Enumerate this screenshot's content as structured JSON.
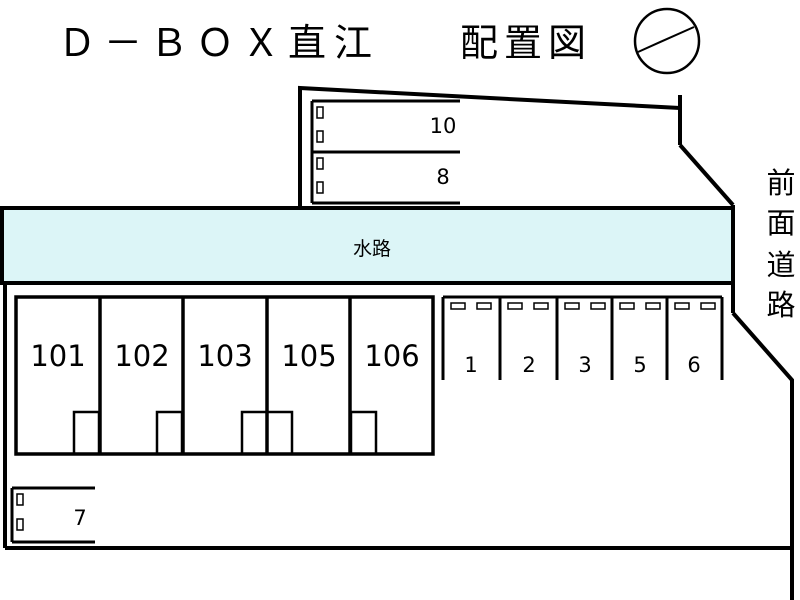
{
  "title": {
    "name": "Ｄ－ＢＯＸ直江",
    "plan": "配置図"
  },
  "canal_label": "水路",
  "road_label": [
    "前",
    "面",
    "道",
    "路"
  ],
  "units": [
    "101",
    "102",
    "103",
    "105",
    "106"
  ],
  "parking_top": [
    "10",
    "8"
  ],
  "parking_right": [
    "1",
    "2",
    "3",
    "5",
    "6"
  ],
  "parking_bottom": [
    "7"
  ],
  "colors": {
    "canal_fill": "#dcf5f7",
    "line": "#000000"
  },
  "compass_icon": "north-arrow-icon"
}
